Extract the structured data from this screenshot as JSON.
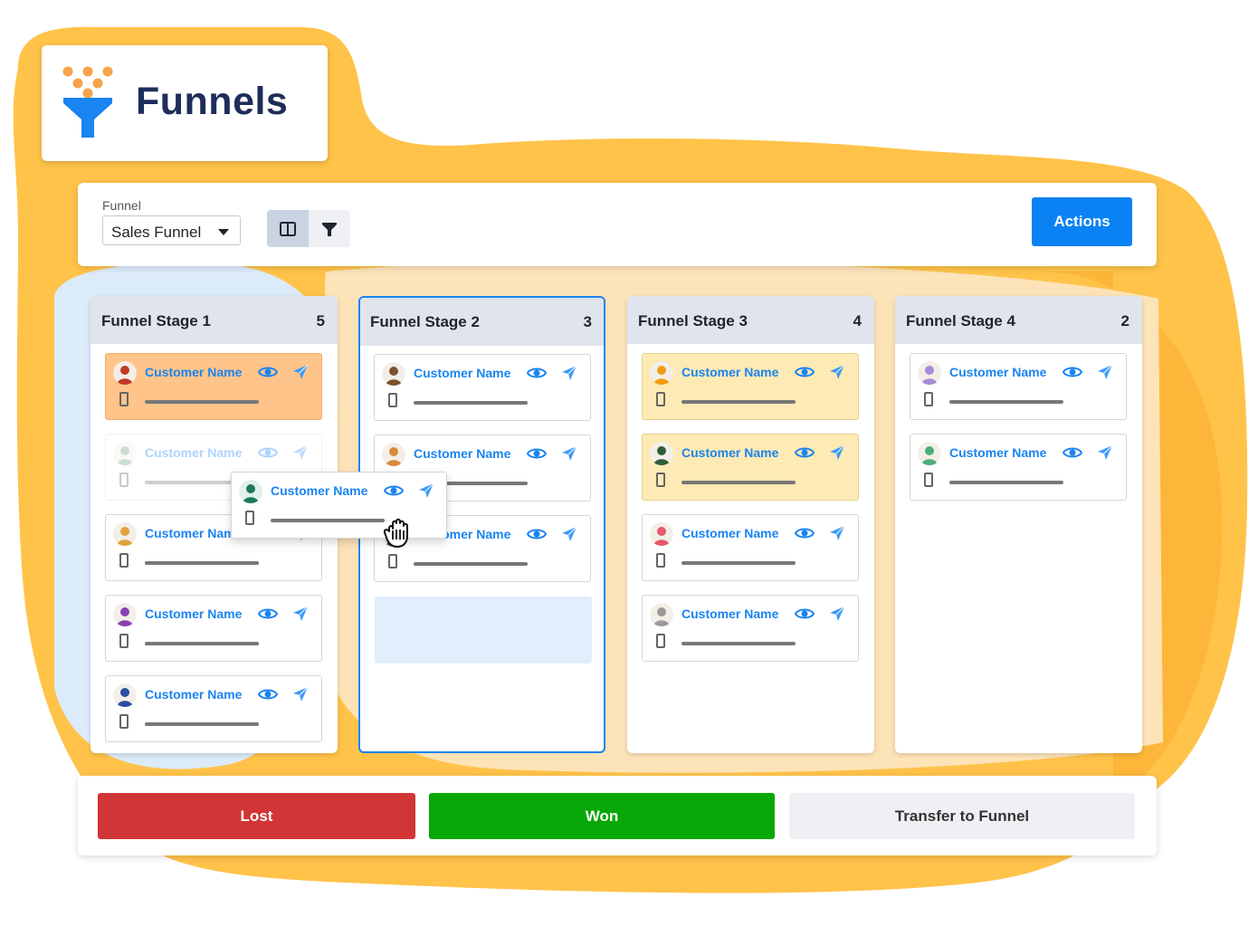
{
  "app": {
    "title": "Funnels"
  },
  "toolbar": {
    "funnel_label": "Funnel",
    "funnel_value": "Sales Funnel",
    "actions_label": "Actions",
    "view_modes": [
      {
        "icon": "columns-icon",
        "active": true
      },
      {
        "icon": "filter-icon",
        "active": false
      }
    ]
  },
  "columns": [
    {
      "title": "Funnel Stage 1",
      "count": "5",
      "cards": [
        {
          "name": "Customer Name",
          "style": "orange",
          "avatar": "#c0392b"
        },
        {
          "name": "Customer Name",
          "style": "faded",
          "avatar": "#6aa58a"
        },
        {
          "name": "Customer Name",
          "style": "plain",
          "avatar": "#e2a23a"
        },
        {
          "name": "Customer Name",
          "style": "plain",
          "avatar": "#8b3fb0"
        },
        {
          "name": "Customer Name",
          "style": "plain",
          "avatar": "#2b4fa0"
        }
      ]
    },
    {
      "title": "Funnel Stage 2",
      "count": "3",
      "cards": [
        {
          "name": "Customer Name",
          "style": "plain",
          "avatar": "#7a5230"
        },
        {
          "name": "Customer Name",
          "style": "plain",
          "avatar": "#d98a3a"
        },
        {
          "name": "Customer Name",
          "style": "plain",
          "avatar": "#3d6b4f"
        }
      ]
    },
    {
      "title": "Funnel Stage 3",
      "count": "4",
      "cards": [
        {
          "name": "Customer Name",
          "style": "yellow",
          "avatar": "#f39c12"
        },
        {
          "name": "Customer Name",
          "style": "yellow",
          "avatar": "#2f5d3a"
        },
        {
          "name": "Customer Name",
          "style": "plain",
          "avatar": "#e8576b"
        },
        {
          "name": "Customer Name",
          "style": "plain",
          "avatar": "#9a9a9a"
        }
      ]
    },
    {
      "title": "Funnel Stage 4",
      "count": "2",
      "cards": [
        {
          "name": "Customer Name",
          "style": "plain",
          "avatar": "#a78bd8"
        },
        {
          "name": "Customer Name",
          "style": "plain",
          "avatar": "#4caf7a"
        }
      ]
    }
  ],
  "drag_card": {
    "name": "Customer Name",
    "avatar": "#1f7a5a"
  },
  "bottom": {
    "lost": "Lost",
    "won": "Won",
    "transfer": "Transfer to Funnel"
  },
  "colors": {
    "accent": "#1a84f0",
    "blob": "#ffc34a",
    "lost": "#d13535",
    "won": "#08a708"
  }
}
